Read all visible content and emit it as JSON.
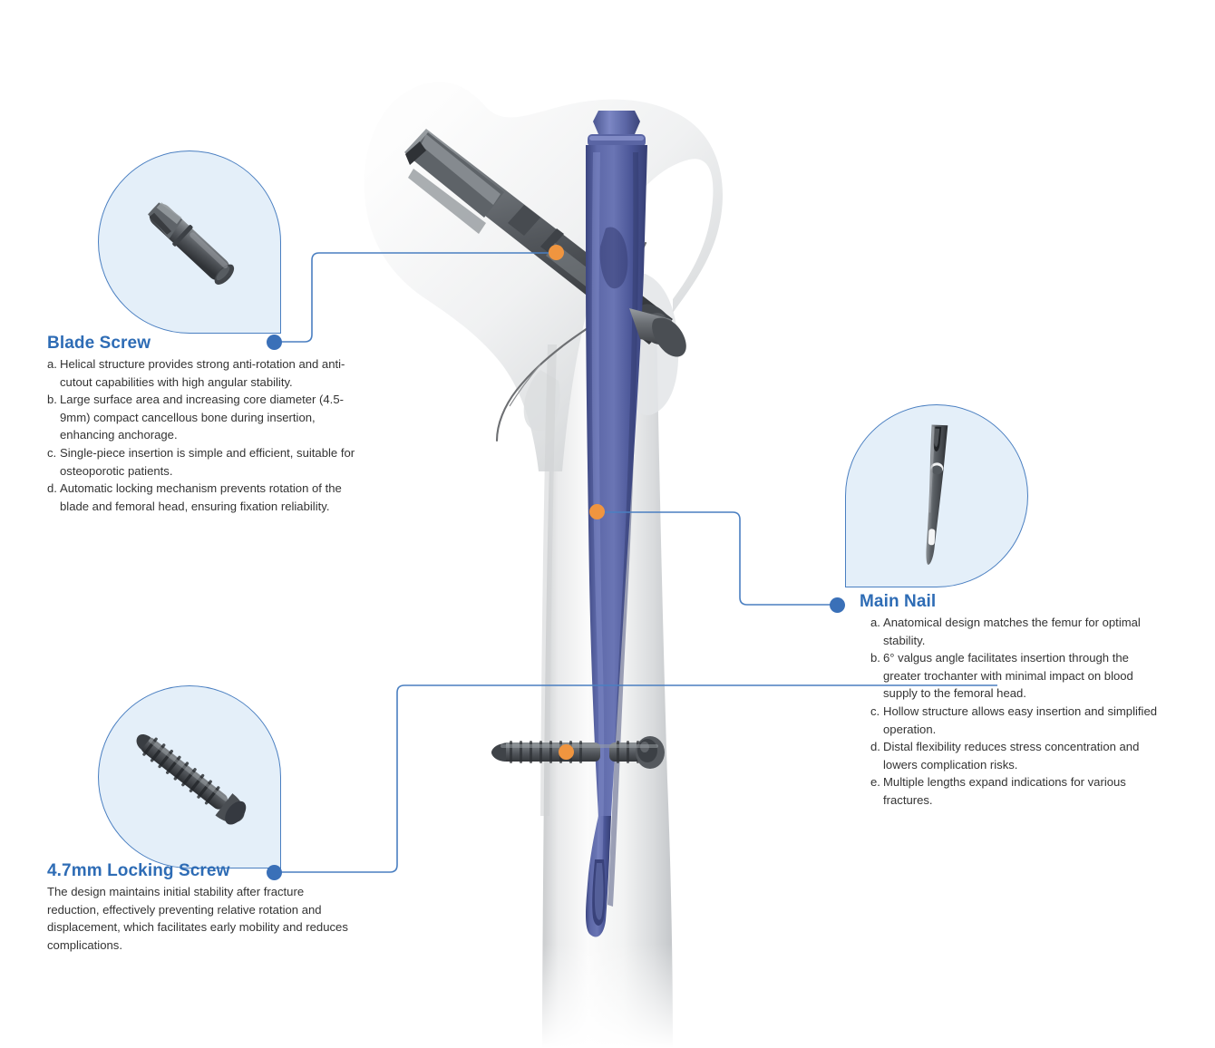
{
  "figure": {
    "title": "Proximal Femoral Nail System Annotated Diagram",
    "colors": {
      "accent_blue": "#2e6cb5",
      "dot_blue": "#3a70b8",
      "dot_orange": "#f0953f",
      "inset_fill": "#e4eff9",
      "inset_border": "#4a7fc1",
      "implant_blue": "#4a5596",
      "bone_gray": "#e8e9ea",
      "metal_gray": "#5b5f64"
    }
  },
  "callouts": [
    {
      "id": "blade-screw",
      "title": "Blade Screw",
      "inset_icon": "blade-screw-photo",
      "items": [
        {
          "marker": "a.",
          "text": "Helical structure provides strong anti-rotation and anti-cutout capabilities with high angular stability."
        },
        {
          "marker": "b.",
          "text": "Large surface area and increasing core diameter (4.5-9mm) compact cancellous bone during insertion, enhancing anchorage."
        },
        {
          "marker": "c.",
          "text": "Single-piece insertion is simple and efficient, suitable for osteoporotic patients."
        },
        {
          "marker": "d.",
          "text": "Automatic locking mechanism prevents rotation of the blade and femoral head, ensuring fixation reliability."
        }
      ]
    },
    {
      "id": "main-nail",
      "title": "Main Nail",
      "inset_icon": "main-nail-photo",
      "items": [
        {
          "marker": "a.",
          "text": "Anatomical design matches the femur for optimal stability."
        },
        {
          "marker": "b.",
          "text": "6° valgus angle facilitates insertion through the greater trochanter with minimal impact on blood supply to the femoral head."
        },
        {
          "marker": "c.",
          "text": "Hollow structure allows easy insertion and simplified operation."
        },
        {
          "marker": "d.",
          "text": "Distal flexibility reduces stress concentration and lowers complication risks."
        },
        {
          "marker": "e.",
          "text": "Multiple lengths expand indications for various fractures."
        }
      ]
    },
    {
      "id": "locking-screw",
      "title": "4.7mm Locking Screw",
      "inset_icon": "locking-screw-photo",
      "paragraph": "The design maintains initial stability after fracture reduction, effectively preventing relative rotation and displacement, which facilitates early mobility and reduces complications."
    }
  ]
}
